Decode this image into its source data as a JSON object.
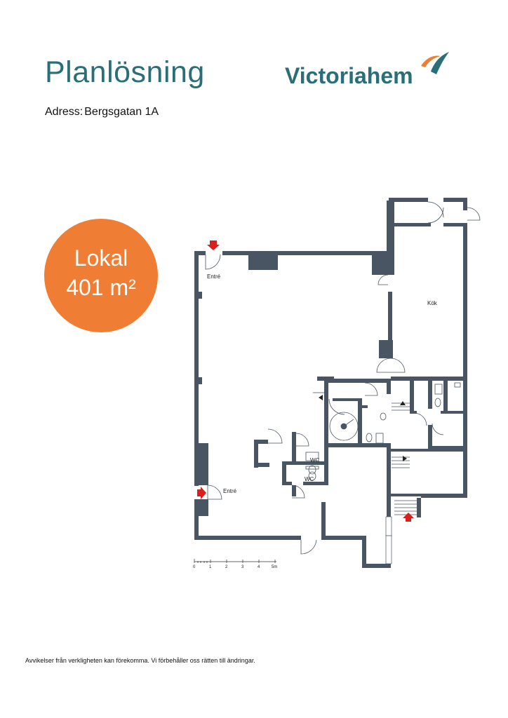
{
  "header": {
    "title": "Planlösning",
    "address_label": "Adress:",
    "address_value": "Bergsgatan 1A"
  },
  "logo": {
    "brand": "Victoriahem",
    "text_color": "#2a6f78",
    "mark_colors": [
      "#ef7d33",
      "#2a6f78"
    ]
  },
  "badge": {
    "line1": "Lokal",
    "line2": "401 m²",
    "color": "#ef7d33"
  },
  "floorplan": {
    "wall_color": "#4a5563",
    "arrow_color": "#d9201c",
    "rooms": {
      "entry_top": "Entré",
      "entry_left": "Entré",
      "kitchen": "Kök",
      "wc_1": "WC",
      "wc_2": "WC"
    },
    "scale": {
      "ticks": [
        "0",
        "1",
        "2",
        "3",
        "4",
        "5m"
      ]
    }
  },
  "footer": {
    "disclaimer": "Avvikelser från verkligheten kan förekomma. Vi förbehåller oss rätten till ändringar."
  }
}
